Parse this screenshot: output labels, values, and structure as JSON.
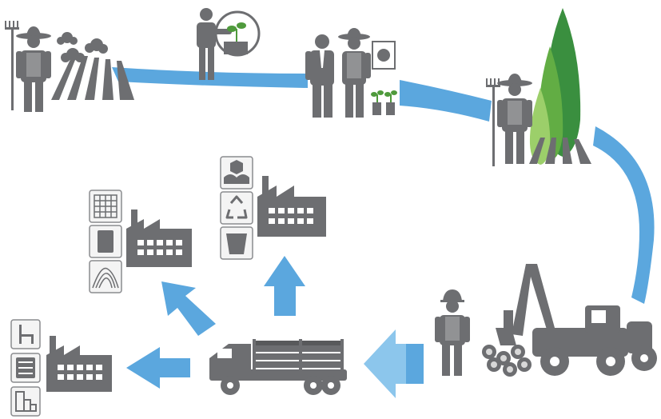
{
  "diagram": {
    "colors": {
      "figure": "#6d6e71",
      "figure_dark": "#58595b",
      "flow": "#5ba7de",
      "flow_light": "#8cc6ec",
      "tree_dark": "#3a8f3f",
      "tree_mid": "#62ad44",
      "tree_light": "#9ccf6a",
      "seedling": "#4f9a3c",
      "icon_border": "#8a8b8e",
      "icon_fill": "#f4f4f4"
    },
    "stages": [
      {
        "id": "farmer-field",
        "icon": "farmer-with-rake-icon"
      },
      {
        "id": "nursery-consult",
        "icon": "person-holding-seedling-icon"
      },
      {
        "id": "certification",
        "icon": "advisor-and-farmer-icon"
      },
      {
        "id": "plantation",
        "icon": "farmer-with-poplar-trees-icon"
      },
      {
        "id": "harvest",
        "icon": "forestry-harvester-icon"
      },
      {
        "id": "transport",
        "icon": "log-truck-icon"
      },
      {
        "id": "furniture-factory",
        "icon": "factory-icon",
        "products": [
          "chair-icon",
          "drawer-cabinet-icon",
          "shelving-icon"
        ]
      },
      {
        "id": "board-factory",
        "icon": "factory-icon",
        "products": [
          "plywood-sheet-icon",
          "door-panel-icon",
          "wood-grain-icon"
        ]
      },
      {
        "id": "packaging-factory",
        "icon": "factory-icon",
        "products": [
          "hands-box-icon",
          "recycle-icon",
          "crate-icon"
        ]
      }
    ]
  }
}
